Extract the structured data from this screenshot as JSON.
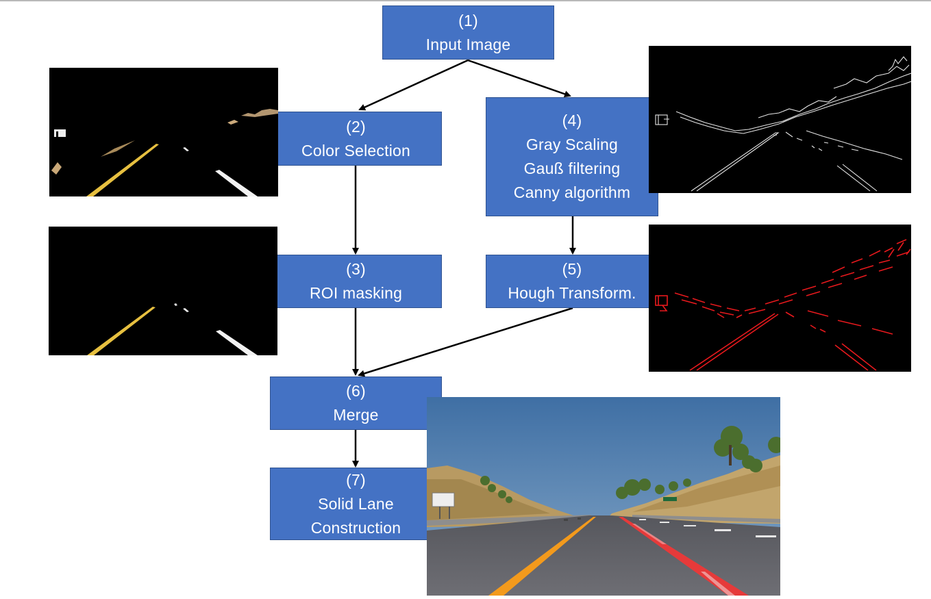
{
  "steps": {
    "s1": {
      "num": "(1)",
      "line1": "Input Image"
    },
    "s2": {
      "num": "(2)",
      "line1": "Color Selection"
    },
    "s3": {
      "num": "(3)",
      "line1": "ROI masking"
    },
    "s4": {
      "num": "(4)",
      "line1": "Gray Scaling",
      "line2": "Gauß filtering",
      "line3": "Canny algorithm"
    },
    "s5": {
      "num": "(5)",
      "line1": "Hough Transform."
    },
    "s6": {
      "num": "(6)",
      "line1": "Merge"
    },
    "s7": {
      "num": "(7)",
      "line1": "Solid Lane",
      "line2": "Construction"
    }
  },
  "colors": {
    "box_fill": "#4472c4",
    "box_border": "#2f528f",
    "box_text": "#ffffff",
    "arrow": "#000000",
    "hough_lines": "#e8191d",
    "left_lane": "#f39a1c",
    "right_lane": "#e63a3a"
  },
  "images": [
    {
      "name": "color-selection-output",
      "depicts": "black frame with yellow and white lane pixels"
    },
    {
      "name": "roi-masked-output",
      "depicts": "black frame with masked lane pixels"
    },
    {
      "name": "canny-edge-output",
      "depicts": "white edge outlines on black"
    },
    {
      "name": "hough-lines-output",
      "depicts": "red line segments on black"
    },
    {
      "name": "final-lane-result",
      "depicts": "road photo with orange and red lane overlays"
    }
  ]
}
